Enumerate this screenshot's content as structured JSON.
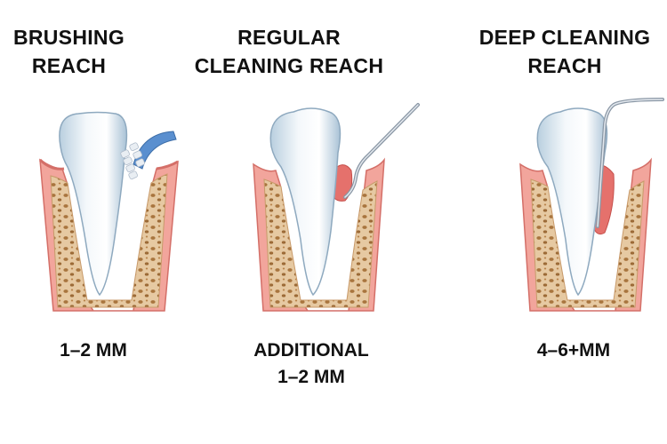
{
  "panels": [
    {
      "title": "BRUSHING\nREACH",
      "caption": "1–2 MM"
    },
    {
      "title": "REGULAR\nCLEANING REACH",
      "caption": "ADDITIONAL\n1–2 MM"
    },
    {
      "title": "DEEP CLEANING\nREACH",
      "caption": "4–6+MM"
    }
  ]
}
